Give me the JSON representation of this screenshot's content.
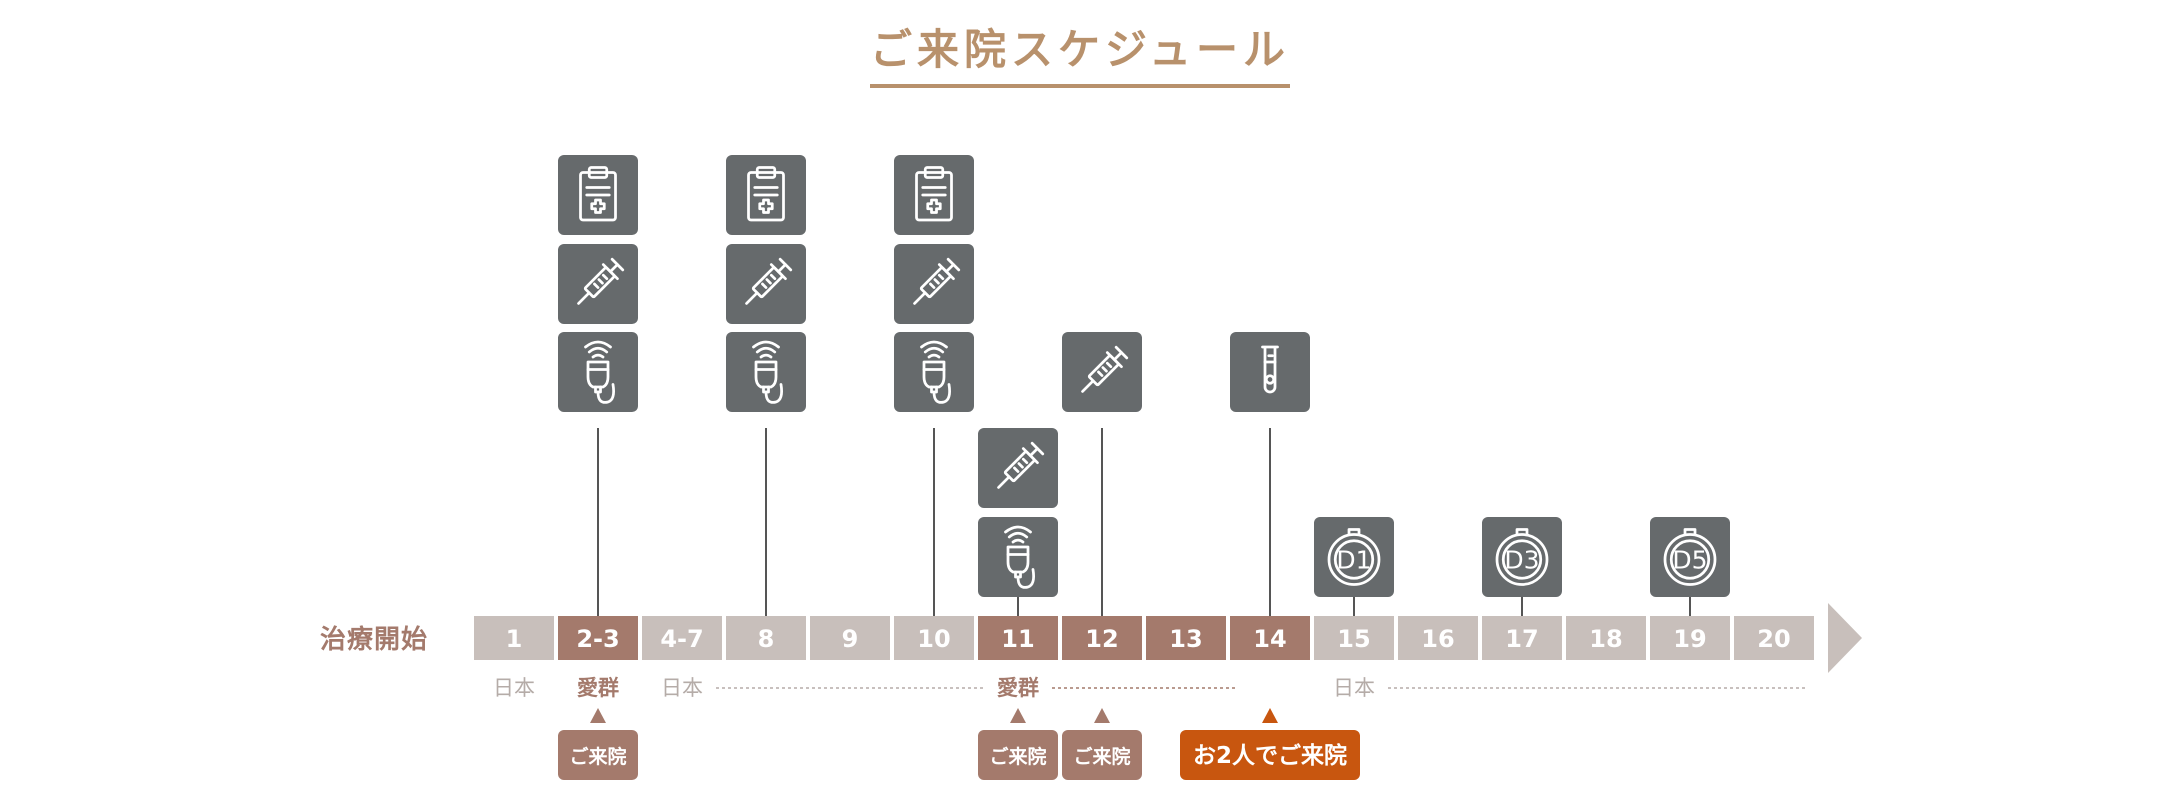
{
  "title": "ご来院スケジュール",
  "start_label": "治療開始",
  "colors": {
    "title": "#b8916c",
    "accent_label": "#a47a6c",
    "cell_light": "#c8bfbb",
    "cell_dark": "#a47a6c",
    "icon_box": "#666a6c",
    "line": "#555555",
    "pill": "#a47a6c",
    "pill_highlight": "#c8560f",
    "loc_japan": "#b5aca8",
    "loc_aigun": "#a47a6c",
    "arrow": "#c8bfbb"
  },
  "timeline": [
    {
      "label": "1",
      "emphasis": false
    },
    {
      "label": "2-3",
      "emphasis": true
    },
    {
      "label": "4-7",
      "emphasis": false
    },
    {
      "label": "8",
      "emphasis": false
    },
    {
      "label": "9",
      "emphasis": false
    },
    {
      "label": "10",
      "emphasis": false
    },
    {
      "label": "11",
      "emphasis": true
    },
    {
      "label": "12",
      "emphasis": true
    },
    {
      "label": "13",
      "emphasis": true
    },
    {
      "label": "14",
      "emphasis": true
    },
    {
      "label": "15",
      "emphasis": false
    },
    {
      "label": "16",
      "emphasis": false
    },
    {
      "label": "17",
      "emphasis": false
    },
    {
      "label": "18",
      "emphasis": false
    },
    {
      "label": "19",
      "emphasis": false
    },
    {
      "label": "20",
      "emphasis": false
    }
  ],
  "locations": [
    {
      "label": "日本",
      "cell": 0,
      "kind": "japan"
    },
    {
      "label": "愛群",
      "cell": 1,
      "kind": "aigun"
    },
    {
      "label": "日本",
      "cell": 2,
      "kind": "japan",
      "dotted_to": 6
    },
    {
      "label": "愛群",
      "cell": 6,
      "kind": "aigun",
      "dotted_to": 9
    },
    {
      "label": "日本",
      "cell": 10,
      "kind": "japan",
      "dotted_to": 15
    }
  ],
  "events": [
    {
      "cell": 1,
      "top_icons": [
        "clipboard-medical",
        "syringe",
        "ultrasound-probe"
      ]
    },
    {
      "cell": 3,
      "top_icons": [
        "clipboard-medical",
        "syringe",
        "ultrasound-probe"
      ]
    },
    {
      "cell": 5,
      "top_icons": [
        "clipboard-medical",
        "syringe",
        "ultrasound-probe"
      ]
    },
    {
      "cell": 6,
      "low_icons": [
        "syringe",
        "ultrasound-probe"
      ]
    },
    {
      "cell": 7,
      "top_icons": [
        "syringe"
      ]
    },
    {
      "cell": 9,
      "top_icons": [
        "test-tube"
      ]
    },
    {
      "cell": 10,
      "low_icons": [
        "embryo-d1"
      ]
    },
    {
      "cell": 12,
      "low_icons": [
        "embryo-d3"
      ]
    },
    {
      "cell": 14,
      "low_icons": [
        "embryo-d5"
      ]
    }
  ],
  "embryo_labels": {
    "embryo-d1": "D1",
    "embryo-d3": "D3",
    "embryo-d5": "D5"
  },
  "visits": [
    {
      "cell": 1,
      "label": "ご来院",
      "highlight": false
    },
    {
      "cell": 6,
      "label": "ご来院",
      "highlight": false
    },
    {
      "cell": 7,
      "label": "ご来院",
      "highlight": false
    },
    {
      "cell": 9,
      "label": "お2人でご来院",
      "highlight": true
    }
  ]
}
